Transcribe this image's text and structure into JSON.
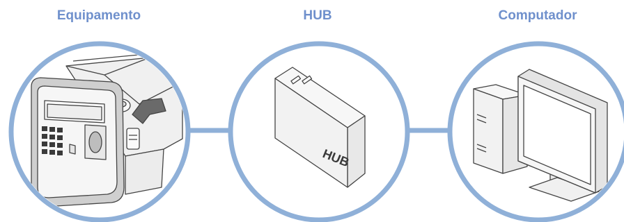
{
  "labels": {
    "equipment": "Equipamento",
    "hub": "HUB",
    "computer": "Computador"
  },
  "hub_box_text": "HUB",
  "colors": {
    "ring": "#8fb0d8",
    "label": "#6f90cc",
    "line_art": "#444444",
    "line_art_fill": "#f3f3f3"
  },
  "icons": [
    "time-clock-device-icon",
    "network-hub-icon",
    "desktop-computer-icon"
  ]
}
